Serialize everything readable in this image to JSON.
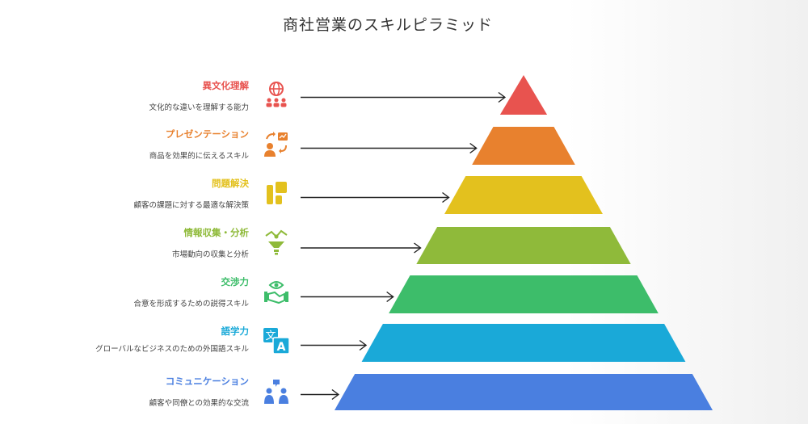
{
  "title": "商社営業のスキルピラミッド",
  "tiers": [
    {
      "label": "異文化理解",
      "desc": "文化的な違いを理解する能力",
      "color": "#e8534f",
      "icon": "globe-people-icon"
    },
    {
      "label": "プレゼンテーション",
      "desc": "商品を効果的に伝えるスキル",
      "color": "#e8812e",
      "icon": "presentation-icon"
    },
    {
      "label": "問題解決",
      "desc": "顧客の課題に対する最適な解決策",
      "color": "#e3c11e",
      "icon": "puzzle-icon"
    },
    {
      "label": "情報収集・分析",
      "desc": "市場動向の収集と分析",
      "color": "#8fba3a",
      "icon": "funnel-icon"
    },
    {
      "label": "交渉力",
      "desc": "合意を形成するための説得スキル",
      "color": "#3dbd6a",
      "icon": "handshake-icon"
    },
    {
      "label": "語学力",
      "desc": "グローバルなビジネスのための外国語スキル",
      "color": "#1aa9d8",
      "icon": "translate-icon"
    },
    {
      "label": "コミュニケーション",
      "desc": "顧客や同僚との効果的な交流",
      "color": "#4a7fe0",
      "icon": "people-talk-icon"
    }
  ]
}
